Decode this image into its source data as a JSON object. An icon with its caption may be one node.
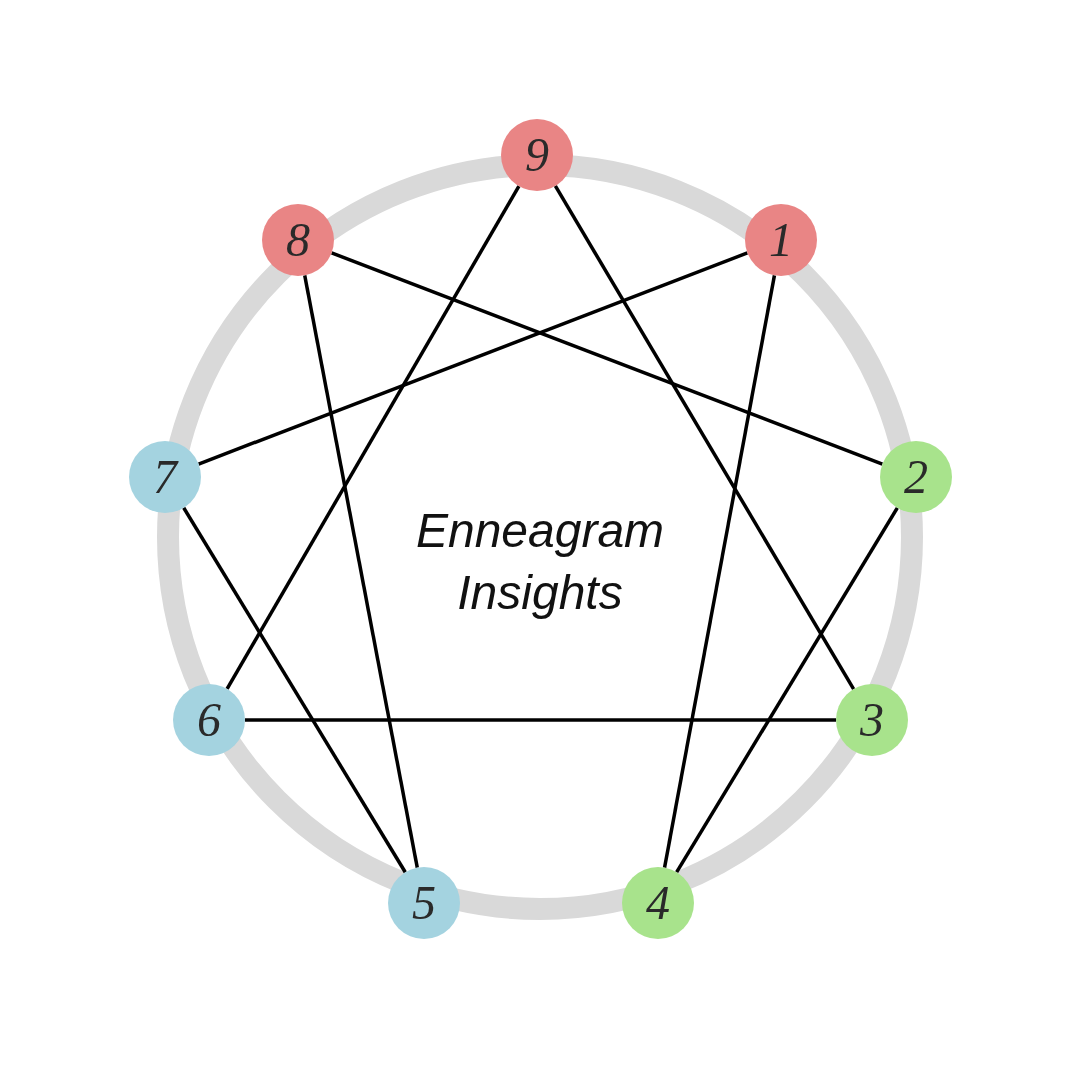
{
  "diagram": {
    "title": "Enneagram Insights",
    "nodes": [
      {
        "text": [
          "9"
        ]
      },
      {
        "text": [
          "1"
        ]
      },
      {
        "text": [
          "2"
        ]
      },
      {
        "text": [
          "3"
        ]
      },
      {
        "text": [
          "4"
        ]
      },
      {
        "text": [
          "5"
        ]
      },
      {
        "text": [
          "6"
        ]
      },
      {
        "text": [
          "7"
        ]
      },
      {
        "text": [
          "8"
        ]
      }
    ],
    "edges": [
      {
        "from": 0,
        "to": 3,
        "arrow": "none"
      },
      {
        "from": 3,
        "to": 6,
        "arrow": "none"
      },
      {
        "from": 6,
        "to": 0,
        "arrow": "none"
      },
      {
        "from": 1,
        "to": 4,
        "arrow": "none"
      },
      {
        "from": 4,
        "to": 2,
        "arrow": "none"
      },
      {
        "from": 2,
        "to": 8,
        "arrow": "none"
      },
      {
        "from": 8,
        "to": 5,
        "arrow": "none"
      },
      {
        "from": 5,
        "to": 7,
        "arrow": "none"
      },
      {
        "from": 7,
        "to": 1,
        "arrow": "none"
      }
    ]
  }
}
